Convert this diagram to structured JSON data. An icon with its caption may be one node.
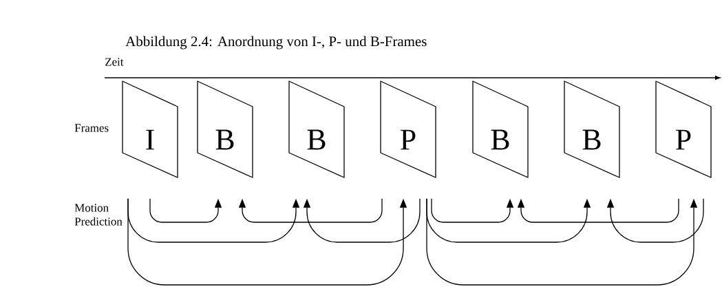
{
  "diagram": {
    "caption": "Abbildung 2.4: Anordnung von I-, P- und B-Frames",
    "nodes": [
      {
        "text": [
          "I"
        ]
      },
      {
        "text": [
          "B"
        ]
      },
      {
        "text": [
          "B"
        ]
      },
      {
        "text": [
          "P"
        ]
      },
      {
        "text": [
          "B"
        ]
      },
      {
        "text": [
          "B"
        ]
      },
      {
        "text": [
          "P"
        ]
      }
    ],
    "edges": [
      {
        "from": 0,
        "to": 1,
        "arrow": "to"
      },
      {
        "from": 3,
        "to": 1,
        "arrow": "to"
      },
      {
        "from": 0,
        "to": 2,
        "arrow": "to"
      },
      {
        "from": 3,
        "to": 2,
        "arrow": "to"
      },
      {
        "from": 0,
        "to": 3,
        "arrow": "to"
      },
      {
        "from": 3,
        "to": 4,
        "arrow": "to"
      },
      {
        "from": 6,
        "to": 4,
        "arrow": "to"
      },
      {
        "from": 3,
        "to": 5,
        "arrow": "to"
      },
      {
        "from": 6,
        "to": 5,
        "arrow": "to"
      },
      {
        "from": 3,
        "to": 6,
        "arrow": "to"
      }
    ],
    "labels": [
      "Zeit",
      "Frames",
      "Motion Prediction"
    ]
  }
}
